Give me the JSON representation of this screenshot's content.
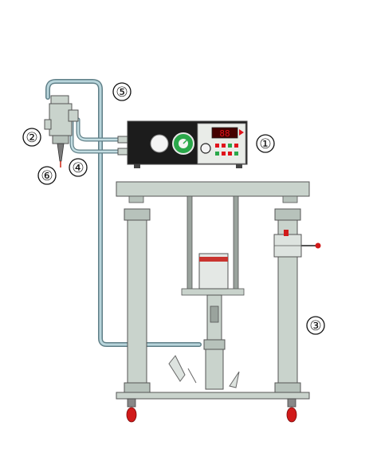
{
  "diagram": {
    "callouts": [
      {
        "id": "controller",
        "label": "①"
      },
      {
        "id": "dispense-valve",
        "label": "②"
      },
      {
        "id": "pump-stand",
        "label": "③"
      },
      {
        "id": "air-lines",
        "label": "④"
      },
      {
        "id": "material-hose",
        "label": "⑤"
      },
      {
        "id": "nozzle",
        "label": "⑥"
      }
    ],
    "controller": {
      "display": "88",
      "panel_color": "#1c1c1c",
      "gauge_color": "#2aa84a"
    },
    "colors": {
      "frame": "#c9d3cc",
      "frame_stroke": "#555555",
      "hose": "#9ec0c8",
      "caster": "#d11a1a",
      "display": "#e0121b"
    }
  }
}
